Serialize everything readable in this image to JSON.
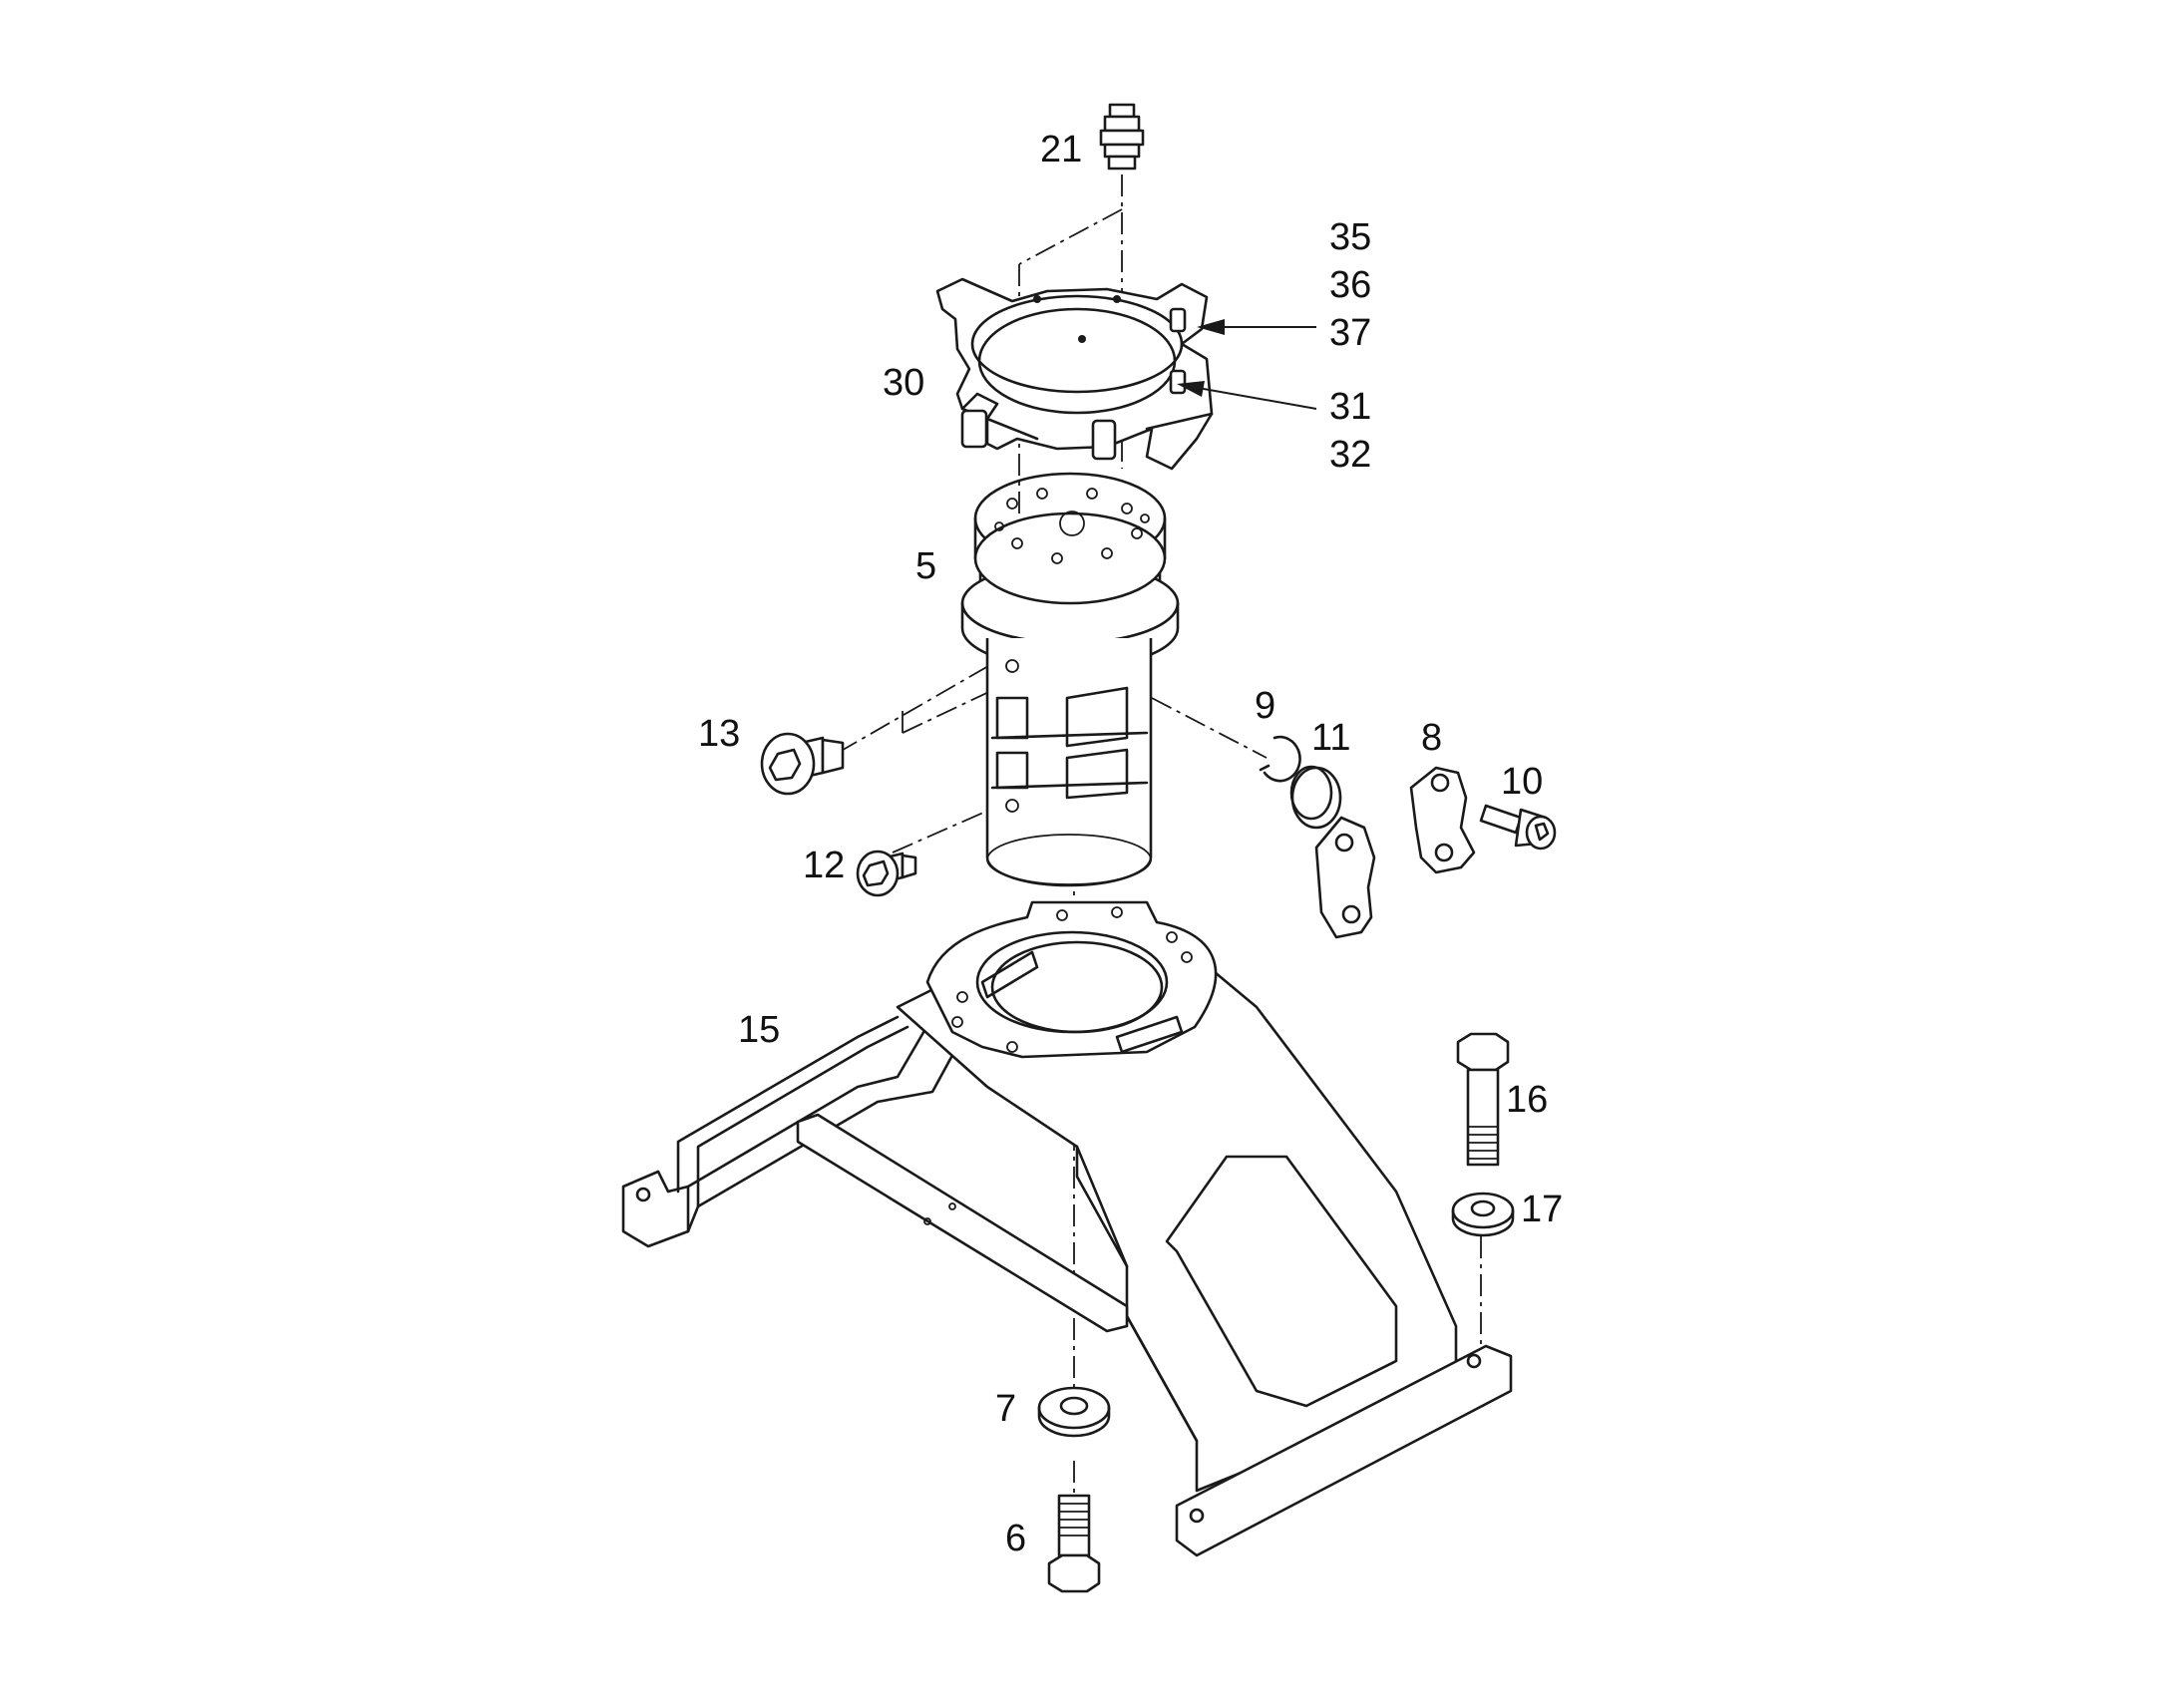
{
  "diagram": {
    "labels": {
      "p21": "21",
      "p35": "35",
      "p36": "36",
      "p37": "37",
      "p30": "30",
      "p31": "31",
      "p32": "32",
      "p5": "5",
      "p9": "9",
      "p11": "11",
      "p8": "8",
      "p10": "10",
      "p13": "13",
      "p12": "12",
      "p15": "15",
      "p16": "16",
      "p17": "17",
      "p7": "7",
      "p6": "6"
    }
  }
}
